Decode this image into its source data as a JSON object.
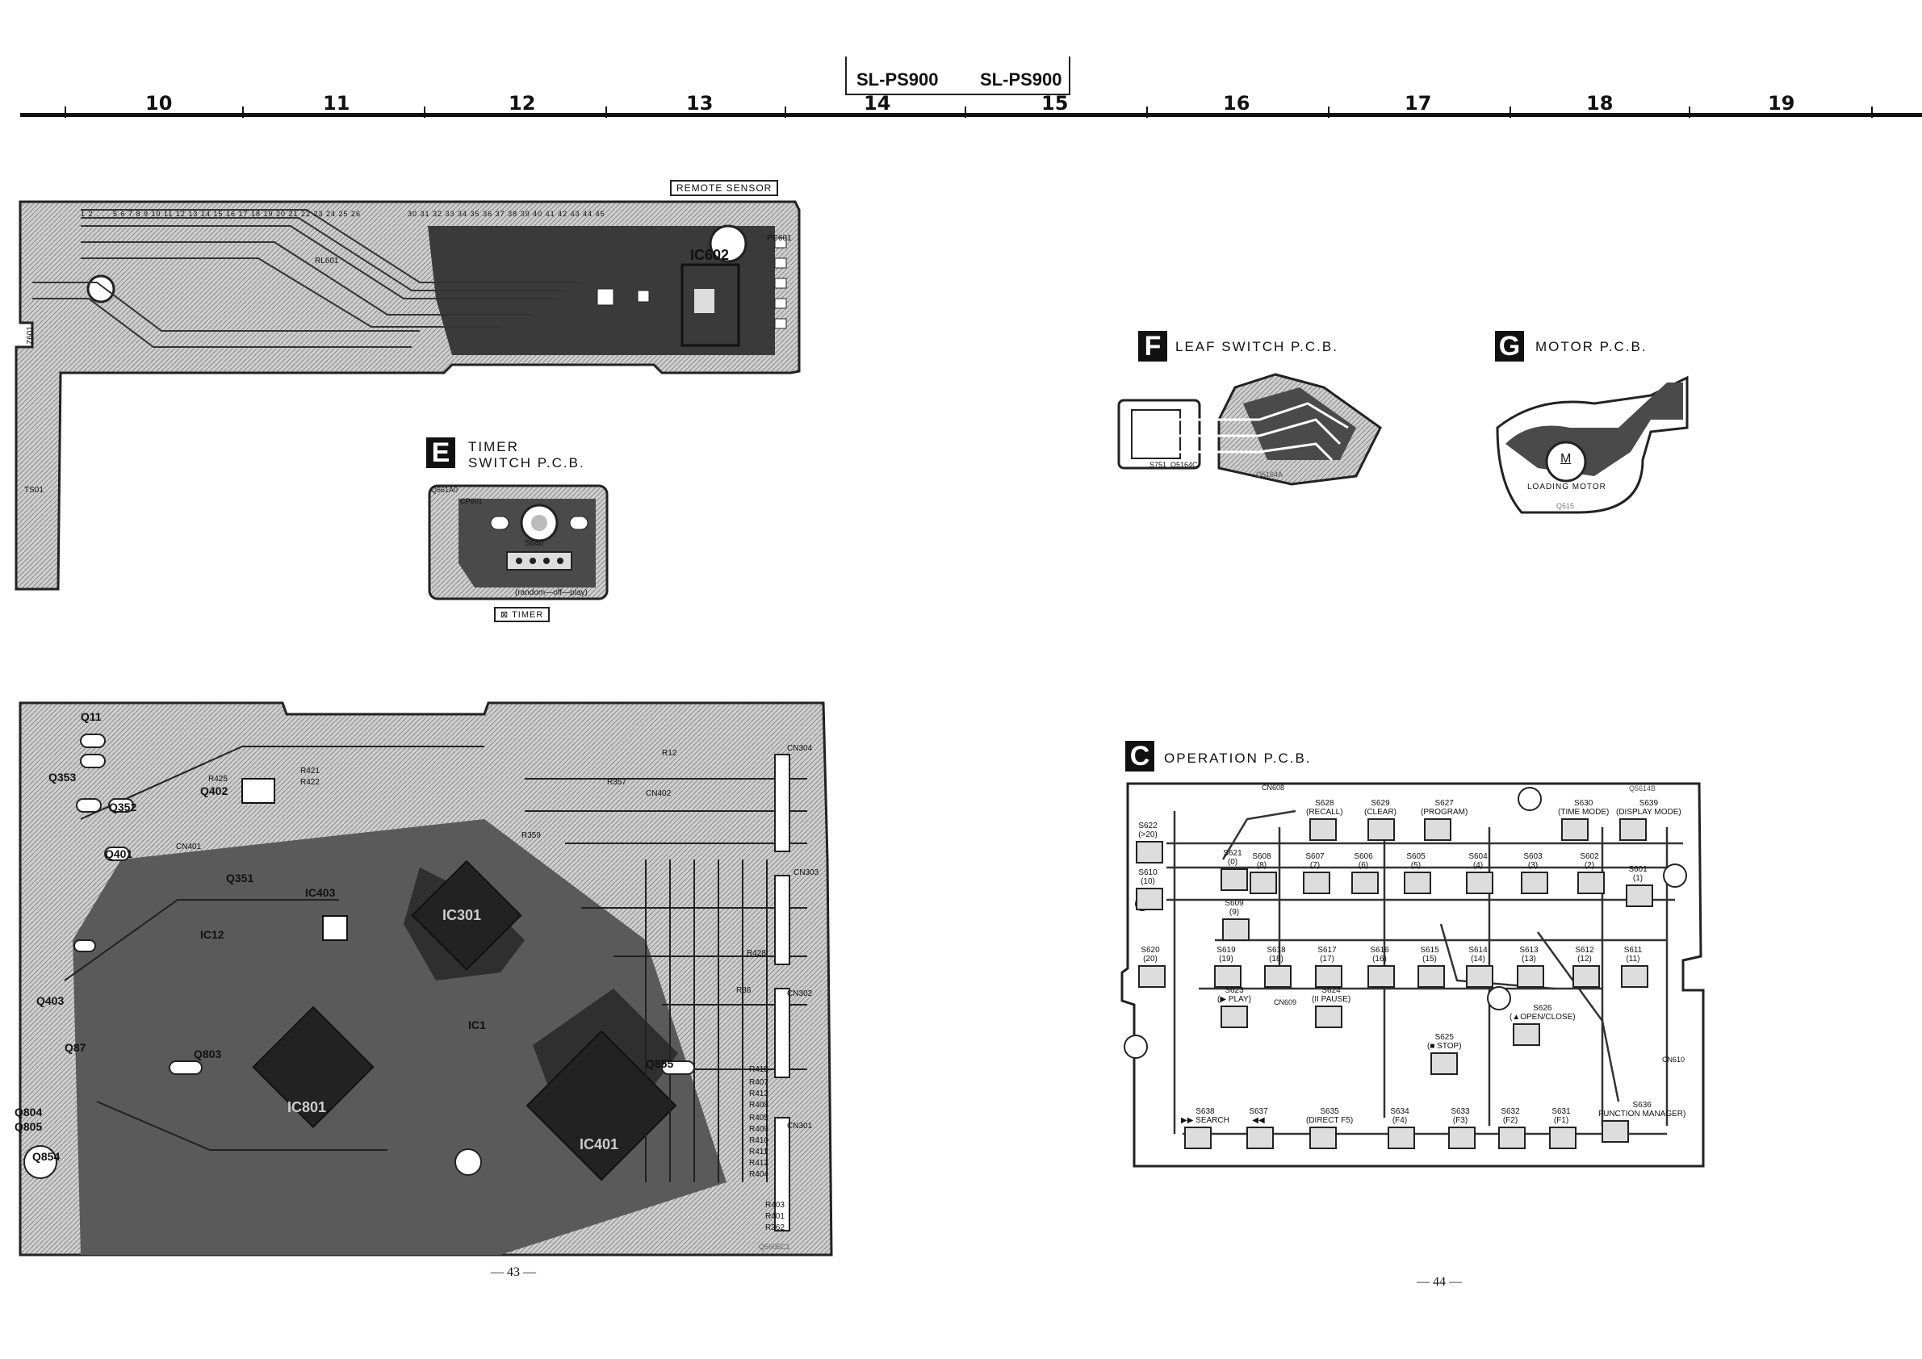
{
  "header": {
    "model_left": "SL-PS900",
    "model_right": "SL-PS900",
    "column_numbers": [
      "10",
      "11",
      "12",
      "13",
      "14",
      "15",
      "16",
      "17",
      "18",
      "19"
    ]
  },
  "display_board": {
    "remote_sensor_label": "REMOTE SENSOR",
    "ic_label": "IC602",
    "connector_label": "RL601",
    "pin_numbers_left": "1 2 . . . 5 6 7 8 9 10 11 12 13 14 15 16 17 18 19 20 21 22 23 24 25 26",
    "pin_numbers_right": "30 31 32 33 34 35 36 37 38 39 40 41 42 43 44 45",
    "side_label": "Z601",
    "side_label_2": "TS01",
    "pc_label": "PC601"
  },
  "timer_board": {
    "badge": "E",
    "title_line1": "TIMER",
    "title_line2": "SWITCH P.C.B.",
    "code": "Q561A0",
    "connector": "CP601",
    "switch": "S640",
    "switch_positions": "(random—off—play)",
    "timer_label": "TIMER"
  },
  "leaf_board": {
    "badge": "F",
    "title": "LEAF SWITCH P.C.B.",
    "switch": "S751",
    "code_a": "Q5164C",
    "code_b": "Q5164A"
  },
  "motor_board": {
    "badge": "G",
    "title": "MOTOR P.C.B.",
    "motor_symbol": "M",
    "motor_label": "LOADING MOTOR",
    "code": "Q515"
  },
  "operation_board": {
    "badge": "C",
    "title": "OPERATION P.C.B.",
    "code": "Q5614B",
    "connector_top": "CN608",
    "connector_right": "CN610",
    "connector_mid": "CN609",
    "switches": [
      {
        "id": "S622",
        "fn": "(>20)"
      },
      {
        "id": "S628",
        "fn": "(RECALL)"
      },
      {
        "id": "S629",
        "fn": "(CLEAR)"
      },
      {
        "id": "S627",
        "fn": "(PROGRAM)"
      },
      {
        "id": "S630",
        "fn": "(TIME MODE)"
      },
      {
        "id": "S639",
        "fn": "(DISPLAY MODE)"
      },
      {
        "id": "S610",
        "fn": "(10)"
      },
      {
        "id": "S621",
        "fn": "(0)"
      },
      {
        "id": "S608",
        "fn": "(8)"
      },
      {
        "id": "S607",
        "fn": "(7)"
      },
      {
        "id": "S606",
        "fn": "(6)"
      },
      {
        "id": "S605",
        "fn": "(5)"
      },
      {
        "id": "S604",
        "fn": "(4)"
      },
      {
        "id": "S603",
        "fn": "(3)"
      },
      {
        "id": "S602",
        "fn": "(2)"
      },
      {
        "id": "S601",
        "fn": "(1)"
      },
      {
        "id": "S609",
        "fn": "(9)"
      },
      {
        "id": "S620",
        "fn": "(20)"
      },
      {
        "id": "S619",
        "fn": "(19)"
      },
      {
        "id": "S618",
        "fn": "(18)"
      },
      {
        "id": "S617",
        "fn": "(17)"
      },
      {
        "id": "S616",
        "fn": "(16)"
      },
      {
        "id": "S615",
        "fn": "(15)"
      },
      {
        "id": "S614",
        "fn": "(14)"
      },
      {
        "id": "S613",
        "fn": "(13)"
      },
      {
        "id": "S612",
        "fn": "(12)"
      },
      {
        "id": "S611",
        "fn": "(11)"
      },
      {
        "id": "S623",
        "fn": "(▶ PLAY)"
      },
      {
        "id": "S624",
        "fn": "(II PAUSE)"
      },
      {
        "id": "S625",
        "fn": "(■ STOP)"
      },
      {
        "id": "S626",
        "fn": "(▲OPEN/CLOSE)"
      },
      {
        "id": "S638",
        "fn": "▶▶ SEARCH"
      },
      {
        "id": "S637",
        "fn": "◀◀"
      },
      {
        "id": "S635",
        "fn": "(DIRECT F5)"
      },
      {
        "id": "S634",
        "fn": "(F4)"
      },
      {
        "id": "S633",
        "fn": "(F3)"
      },
      {
        "id": "S632",
        "fn": "(F2)"
      },
      {
        "id": "S631",
        "fn": "(F1)"
      },
      {
        "id": "S636",
        "fn": "FUNCTION MANAGER)"
      }
    ]
  },
  "main_board": {
    "ics": [
      "IC301",
      "IC801",
      "IC401",
      "IC403",
      "IC12",
      "IC1"
    ],
    "transistors": [
      "Q11",
      "Q353",
      "Q352",
      "Q402",
      "Q401",
      "Q351",
      "Q403",
      "Q87",
      "Q803",
      "Q855",
      "Q854",
      "Q804",
      "Q805"
    ],
    "connectors": [
      "CN304",
      "CN402",
      "CN303",
      "CN302",
      "CN301",
      "CN401"
    ],
    "resistors": [
      "R12",
      "R357",
      "R425",
      "R421",
      "R422",
      "R359",
      "R415",
      "R407",
      "R413",
      "R408",
      "R405",
      "R409",
      "R410",
      "R411",
      "R412",
      "R404",
      "R403",
      "R401",
      "R362",
      "R36",
      "R428"
    ],
    "code": "Q5605C1"
  },
  "footer": {
    "page_left": "— 43 —",
    "page_right": "— 44 —"
  }
}
